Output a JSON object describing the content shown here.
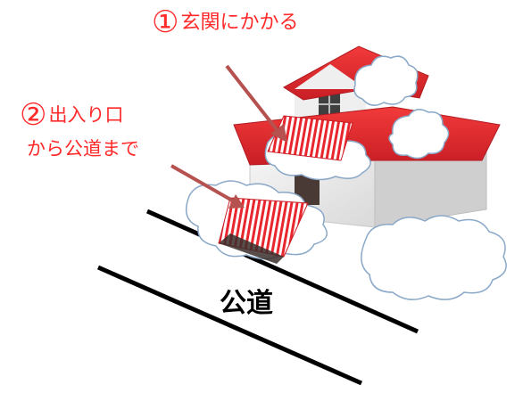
{
  "labels": {
    "genkan_number": "①",
    "genkan_text": "玄関にかかる",
    "entrance_number": "②",
    "entrance_text_line1": "出入り口",
    "entrance_text_line2": "から公道まで",
    "road": "公道"
  },
  "colors": {
    "label_red": "#ff2a2a",
    "roof_red": "#e8262e",
    "wall": "#eeeeee",
    "arrow": "#b5514f",
    "road_line": "#000000"
  }
}
